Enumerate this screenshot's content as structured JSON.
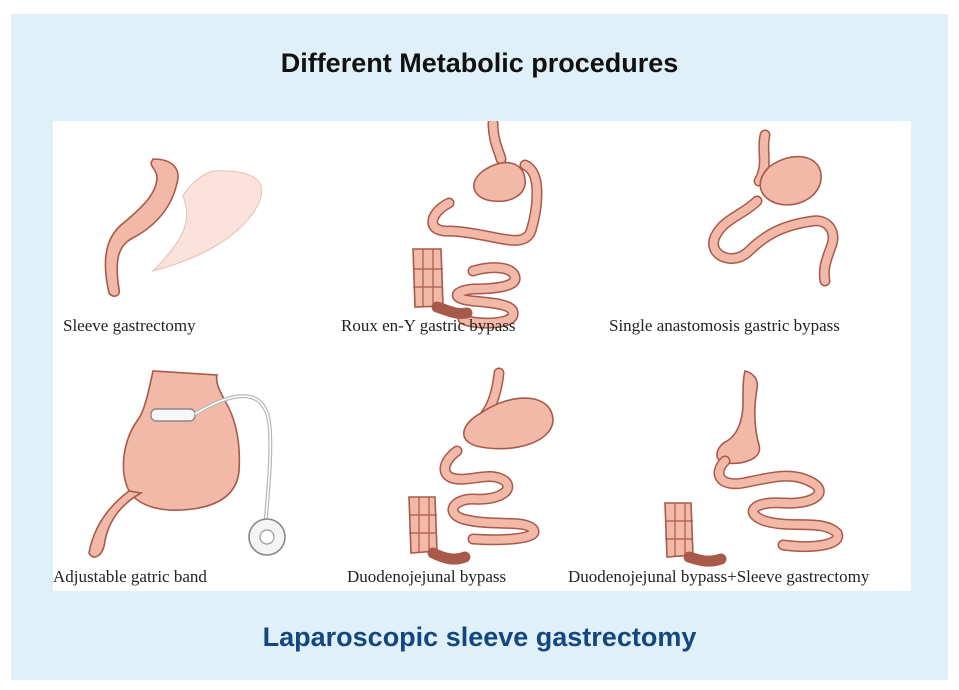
{
  "title": "Different Metabolic procedures",
  "subtitle": "Laparoscopic sleeve gastrectomy",
  "colors": {
    "panel": "#dff0f8",
    "tissue": "#f2b8a8",
    "tissue_stroke": "#a85a4a",
    "subtitle": "#14477f"
  },
  "procedures": [
    {
      "label": "Sleeve gastrectomy"
    },
    {
      "label": "Roux en-Y gastric bypass"
    },
    {
      "label": "Single anastomosis gastric bypass"
    },
    {
      "label": "Adjustable gatric band"
    },
    {
      "label": "Duodenojejunal bypass"
    },
    {
      "label": "Duodenojejunal bypass+Sleeve gastrectomy"
    }
  ]
}
